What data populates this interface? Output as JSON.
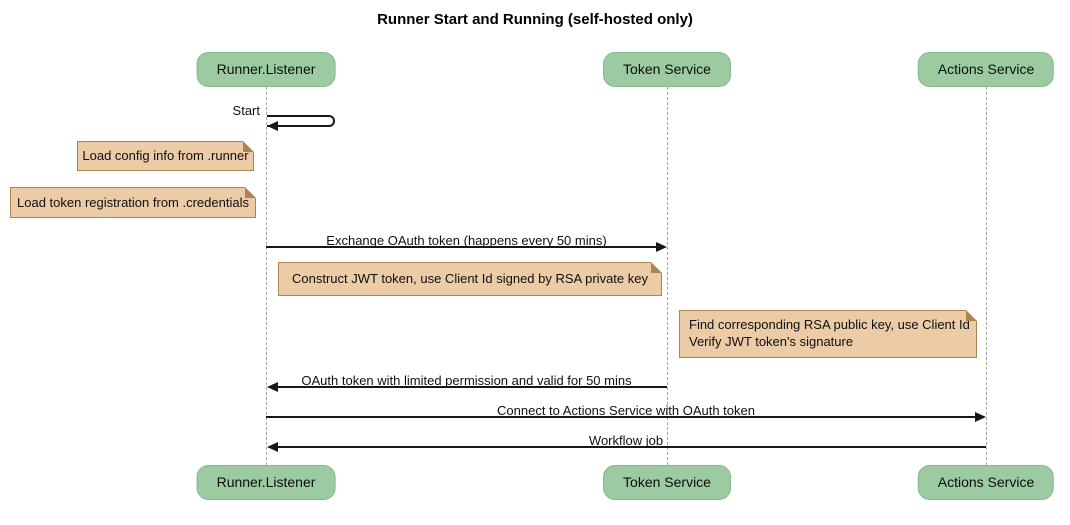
{
  "title": "Runner Start and Running (self-hosted only)",
  "diagram_type": "sequence",
  "colors": {
    "participant_fill": "#9CCBA1",
    "participant_border": "#82B88B",
    "note_fill": "#ECCBA7",
    "note_border": "#AE8353",
    "arrow_line": "#171717",
    "lifeline": "#A6A6A6",
    "background": "#FFFFFF"
  },
  "participants": [
    {
      "name": "Runner.Listener"
    },
    {
      "name": "Token Service"
    },
    {
      "name": "Actions Service"
    }
  ],
  "messages": [
    {
      "label": "Start",
      "from": "Runner.Listener",
      "to": "Runner.Listener",
      "type": "self"
    },
    {
      "label": "Exchange OAuth token (happens every 50 mins)",
      "from": "Runner.Listener",
      "to": "Token Service",
      "type": "solid"
    },
    {
      "label": "OAuth token with limited permission and valid for 50 mins",
      "from": "Token Service",
      "to": "Runner.Listener",
      "type": "solid"
    },
    {
      "label": "Connect to Actions Service with OAuth token",
      "from": "Runner.Listener",
      "to": "Actions Service",
      "type": "solid"
    },
    {
      "label": "Workflow job",
      "from": "Actions Service",
      "to": "Runner.Listener",
      "type": "solid"
    }
  ],
  "notes": [
    {
      "text": "Load config info from .runner",
      "position": "left of Runner.Listener"
    },
    {
      "text": "Load token registration from .credentials",
      "position": "left of Runner.Listener"
    },
    {
      "text": "Construct JWT token, use Client Id signed by RSA private key",
      "position": "between Runner.Listener and Token Service"
    },
    {
      "lines": [
        "Find corresponding RSA public key, use Client Id",
        "Verify JWT token's signature"
      ],
      "position": "left of Actions Service"
    }
  ]
}
